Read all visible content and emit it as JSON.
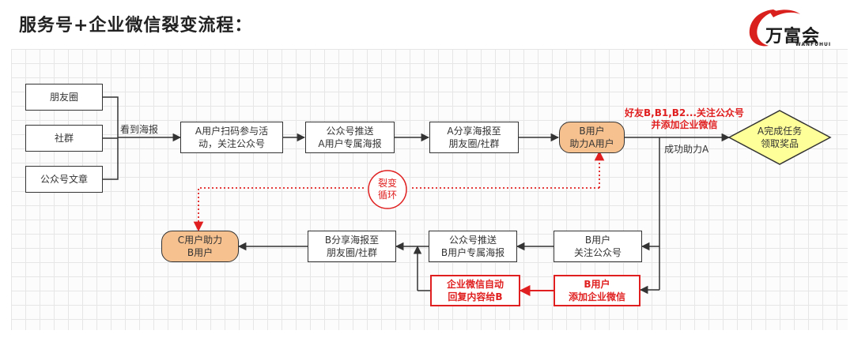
{
  "page": {
    "title": "服务号+企业微信裂变流程：",
    "logo_text": "万富会",
    "logo_subtext": "WANFUHUI"
  },
  "colors": {
    "pill_fill": "#f6c18f",
    "diamond_fill": "#ffff99",
    "accent_red": "#e02020",
    "line": "#333333"
  },
  "diagram": {
    "sources": {
      "moments": "朋友圈",
      "community": "社群",
      "article": "公众号文章"
    },
    "edges": {
      "see_poster": "看到海报",
      "success_help": "成功助力A",
      "friends_follow": "好友B,B1,B2...关注公众号\n并添加企业微信"
    },
    "nodes": {
      "a_scan": "A用户扫码参与活\n动，关注公众号",
      "push_a": "公众号推送\nA用户专属海报",
      "a_share": "A分享海报至\n朋友圈/社群",
      "b_help_a": "B用户\n助力A用户",
      "a_complete": "A完成任务\n领取奖品",
      "b_follow": "B用户\n关注公众号",
      "push_b": "公众号推送\nB用户专属海报",
      "b_share": "B分享海报至\n朋友圈/社群",
      "c_help_b": "C用户助力\nB用户",
      "b_add_wecom": "B用户\n添加企业微信",
      "wecom_reply": "企业微信自动\n回复内容给B"
    },
    "cycle_label": "裂变\n循环"
  }
}
